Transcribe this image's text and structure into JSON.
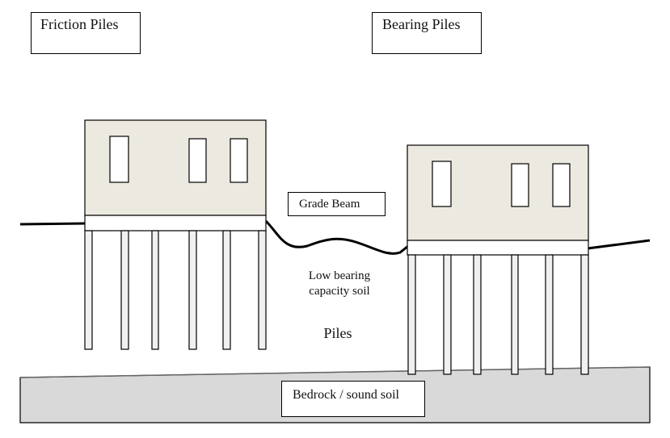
{
  "title_left": "Friction Piles",
  "title_right": "Bearing Piles",
  "grade_beam_label": "Grade Beam",
  "soil_label_line1": "Low bearing",
  "soil_label_line2": "capacity soil",
  "piles_label": "Piles",
  "bedrock_label": "Bedrock / sound soil",
  "colors": {
    "building_fill": "#ece9e0",
    "pile_fill": "#f0f0f0",
    "bedrock_fill": "#d9d9d9",
    "outline": "#000000"
  },
  "friction_building": {
    "window_count": 3,
    "pile_count": 6
  },
  "bearing_building": {
    "window_count": 3,
    "pile_count": 6
  }
}
